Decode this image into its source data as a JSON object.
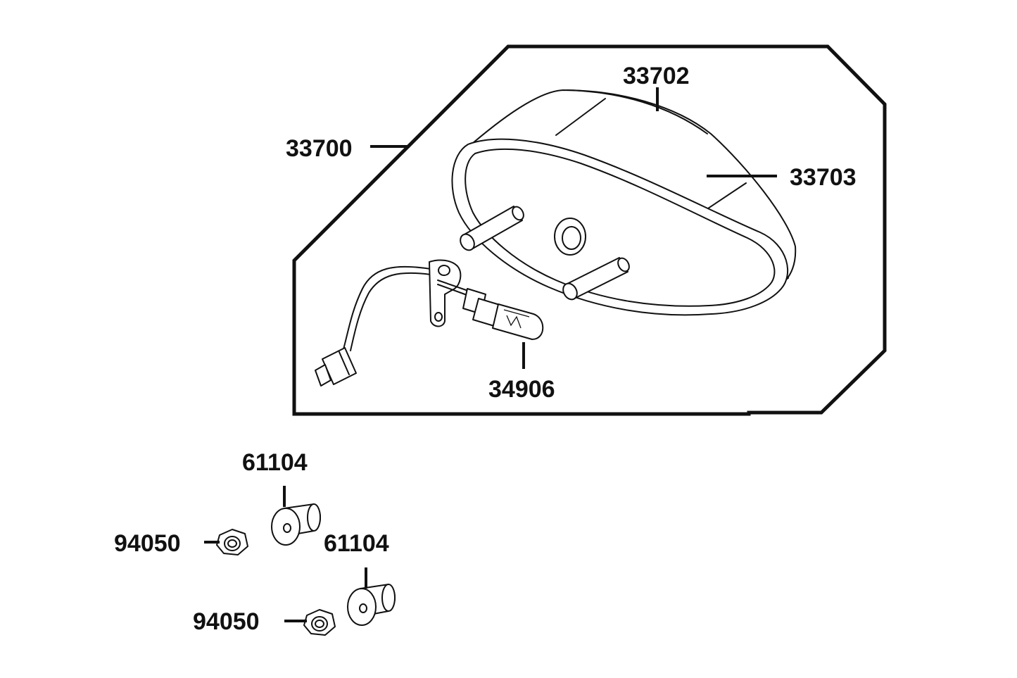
{
  "labels": {
    "lamp_assembly": "33700",
    "lens": "33702",
    "housing": "33703",
    "bulb": "34906",
    "collar_upper": "61104",
    "collar_lower": "61104",
    "nut_upper": "94050",
    "nut_lower": "94050"
  }
}
